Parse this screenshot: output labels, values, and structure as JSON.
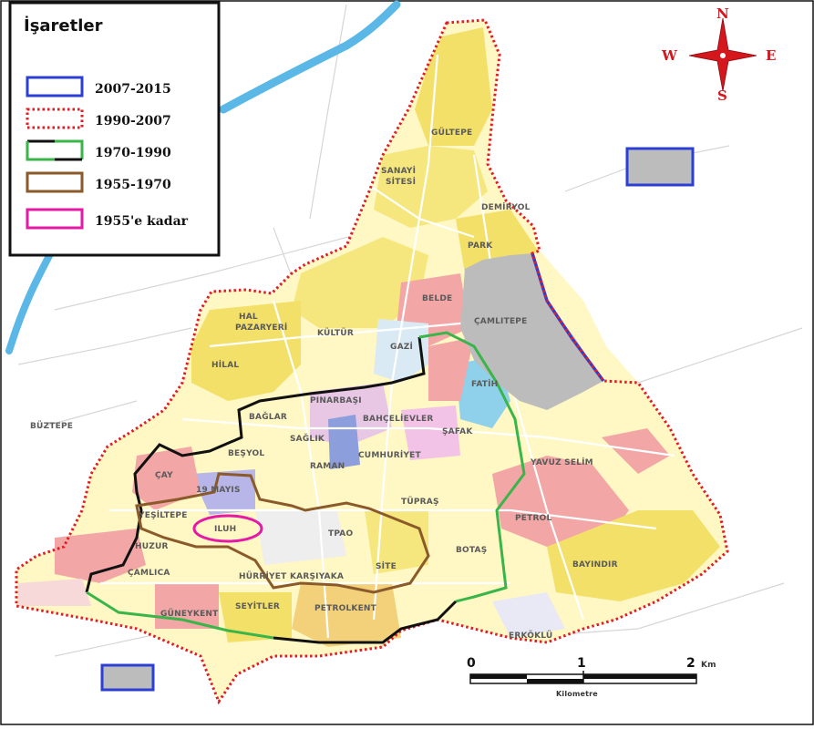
{
  "legend": {
    "title": "İşaretler",
    "items": [
      {
        "label": "2007-2015",
        "style": "solid-blue"
      },
      {
        "label": "1990-2007",
        "style": "dotted-red"
      },
      {
        "label": "1970-1990",
        "style": "black-green"
      },
      {
        "label": "1955-1970",
        "style": "brown"
      },
      {
        "label": "1955'e kadar",
        "style": "magenta"
      }
    ]
  },
  "compass": {
    "n": "N",
    "s": "S",
    "e": "E",
    "w": "W"
  },
  "scale": {
    "zero": "0",
    "one": "1",
    "two": "2",
    "unit": "Km",
    "caption": "Kilometre"
  },
  "districts": {
    "gultepe": "GÜLTEPE",
    "sanayi_1": "SANAYİ",
    "sanayi_2": "SİTESİ",
    "demiryol": "DEMİRYOL",
    "park": "PARK",
    "camlitepe": "ÇAMLITEPE",
    "belde": "BELDE",
    "kultur": "KÜLTÜR",
    "gazi": "GAZİ",
    "pazaryeri": "PAZARYERİ",
    "hal": "HAL",
    "hilal": "HİLAL",
    "fatih": "FATİH",
    "pinarbasi": "PINARBAŞI",
    "baglar": "BAĞLAR",
    "bahcelievler": "BAHÇELİEVLER",
    "safak": "ŞAFAK",
    "saglik": "SAĞLIK",
    "besyol": "BEŞYOL",
    "cumhuriyet": "CUMHURİYET",
    "raman": "RAMAN",
    "yavuz_selim": "YAVUZ SELİM",
    "buztepe": "BÜZTEPE",
    "cay": "ÇAY",
    "mayis": "19 MAYIS",
    "yesiltepe": "YEŞİLTEPE",
    "iluh": "ILUH",
    "tupras": "TÜPRAŞ",
    "tpao": "TPAO",
    "petrol": "PETROL",
    "huzur": "HUZUR",
    "botas": "BOTAŞ",
    "camlica": "ÇAMLICA",
    "hurriyet": "HÜRRİYET",
    "karsiyaka": "KARŞIYAKA",
    "site": "SİTE",
    "bayindir": "BAYINDIR",
    "seyitler": "SEYİTLER",
    "petrolkent": "PETROLKENT",
    "guneykent": "GÜNEYKENT",
    "erkoklu": "ERKÖKLÜ"
  },
  "colors": {
    "outline_2007": "#2b3fd6",
    "outline_1990": "#e31b23",
    "outline_1970_black": "#111111",
    "outline_1970_green": "#39b54a",
    "outline_1955": "#8b5a2b",
    "outline_pre1955": "#e619a6",
    "gray_zone": "#bcbcbc",
    "river": "#5bb8e6",
    "compass": "#d4161d"
  }
}
